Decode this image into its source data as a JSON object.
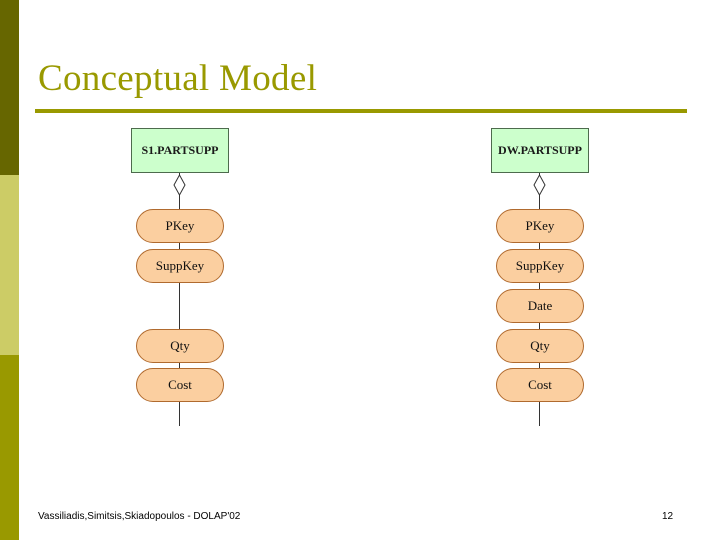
{
  "slide": {
    "title": "Conceptual Model",
    "accent_color": "#999900",
    "band_top_color": "#666600",
    "band_mid_color": "#CCCC66",
    "band_bottom_color": "#999900"
  },
  "diagram": {
    "entity_fill": "#CCFFCC",
    "attribute_fill": "#FBCFA0",
    "columns": [
      {
        "entity": "S1.PARTSUPP",
        "attributes": [
          {
            "label": "PKey"
          },
          {
            "label": "SuppKey"
          },
          {
            "label": "Qty"
          },
          {
            "label": "Cost"
          }
        ]
      },
      {
        "entity": "DW.PARTSUPP",
        "attributes": [
          {
            "label": "PKey"
          },
          {
            "label": "SuppKey"
          },
          {
            "label": "Date"
          },
          {
            "label": "Qty"
          },
          {
            "label": "Cost"
          }
        ]
      }
    ]
  },
  "footer": {
    "note": "Vassiliadis,Simitsis,Skiadopoulos - DOLAP'02",
    "page_number": "12"
  }
}
